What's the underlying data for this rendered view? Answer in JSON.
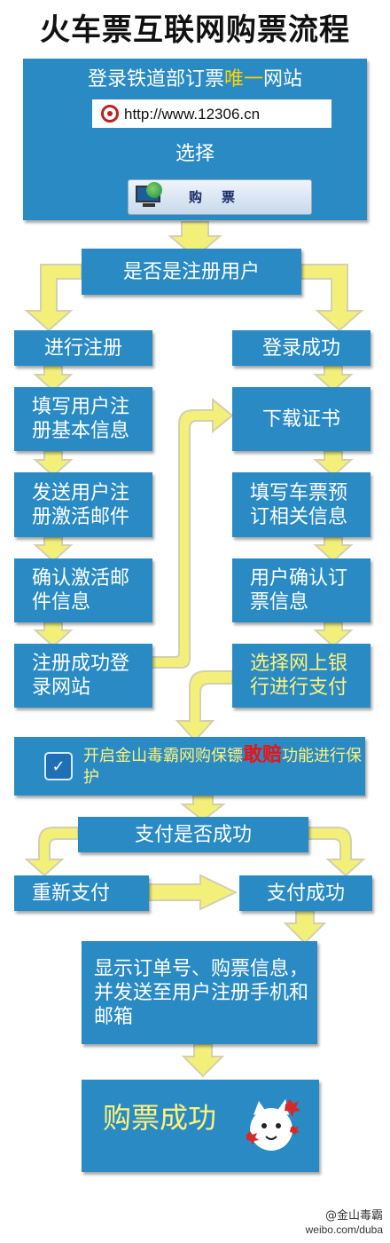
{
  "title": "火车票互联网购票流程",
  "top_box": {
    "line1_prefix": "登录铁道部订票",
    "line1_highlight": "唯一",
    "line1_suffix": "网站",
    "url": "http://www.12306.cn",
    "line2": "选择",
    "buy_button": "购票"
  },
  "steps": {
    "is_registered": "是否是注册用户",
    "do_register": "进行注册",
    "login_success": "登录成功",
    "fill_info": "填写用户注册基本信息",
    "send_mail": "发送用户注册激活邮件",
    "confirm_mail": "确认激活邮件信息",
    "register_success": "注册成功登录网站",
    "download_cert": "下载证书",
    "fill_ticket": "填写车票预订相关信息",
    "confirm_order": "用户确认订票信息",
    "choose_bank": "选择网上银行进行支付",
    "protect_prefix": "开启金山毒霸网购保镖",
    "protect_highlight": "敢赔",
    "protect_suffix": "功能进行保护",
    "pay_check": "支付是否成功",
    "repay": "重新支付",
    "pay_success": "支付成功",
    "show_order": "显示订单号、购票信息，并发送至用户注册手机和邮箱",
    "done": "购票成功"
  },
  "watermark": {
    "line1": "@金山毒霸",
    "line2": "weibo.com/duba"
  },
  "colors": {
    "box": "#2a8bc4",
    "arrow": "#f3f07a",
    "arrow_outline": "#d9d8b8",
    "highlight_yellow": "#fff27a",
    "highlight_red": "#e11"
  }
}
